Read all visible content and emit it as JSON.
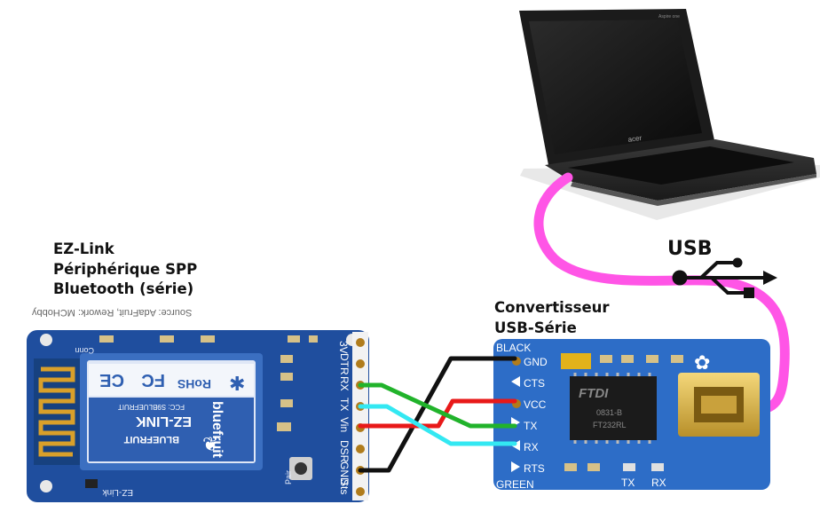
{
  "ezlink": {
    "title_lines": [
      "EZ-Link",
      "Périphérique SPP",
      "Bluetooth (série)"
    ],
    "credit": "Source: AdaFruit, Rework: MCHobby",
    "pins": [
      "3V",
      "DTR",
      "RX",
      "TX",
      "Vin",
      "DSR",
      "GND",
      "Sts"
    ],
    "module_brand": "bluefruit",
    "module_name": "EZ-LINK",
    "module_sub": "BLUEFRUIT",
    "fcc": "FCC: S9BLUEFRUIT",
    "marks": [
      "CE",
      "FC",
      "RoHS"
    ],
    "pcb_labels": [
      "Conn",
      "Pair",
      "EZ-Link"
    ]
  },
  "converter": {
    "title_lines": [
      "Convertisseur",
      "USB-Série"
    ],
    "pins": [
      "GND",
      "CTS",
      "VCC",
      "TX",
      "RX",
      "RTS"
    ],
    "top_label": "BLACK",
    "bottom_label": "GREEN",
    "bottom_pins": [
      "TX",
      "RX"
    ],
    "chip_brand": "FTDI",
    "chip_lines": [
      "0831-B",
      "FT232RL"
    ]
  },
  "usb_label": "USB",
  "laptop": {
    "brand": "acer",
    "model": "Aspire one"
  },
  "colors": {
    "pcb_blue": "#1f4e9e",
    "usb_cable": "#ff55e6",
    "wire_black": "#111111",
    "wire_red": "#e81919",
    "wire_green": "#21b32b",
    "wire_cyan": "#33e8f2"
  }
}
